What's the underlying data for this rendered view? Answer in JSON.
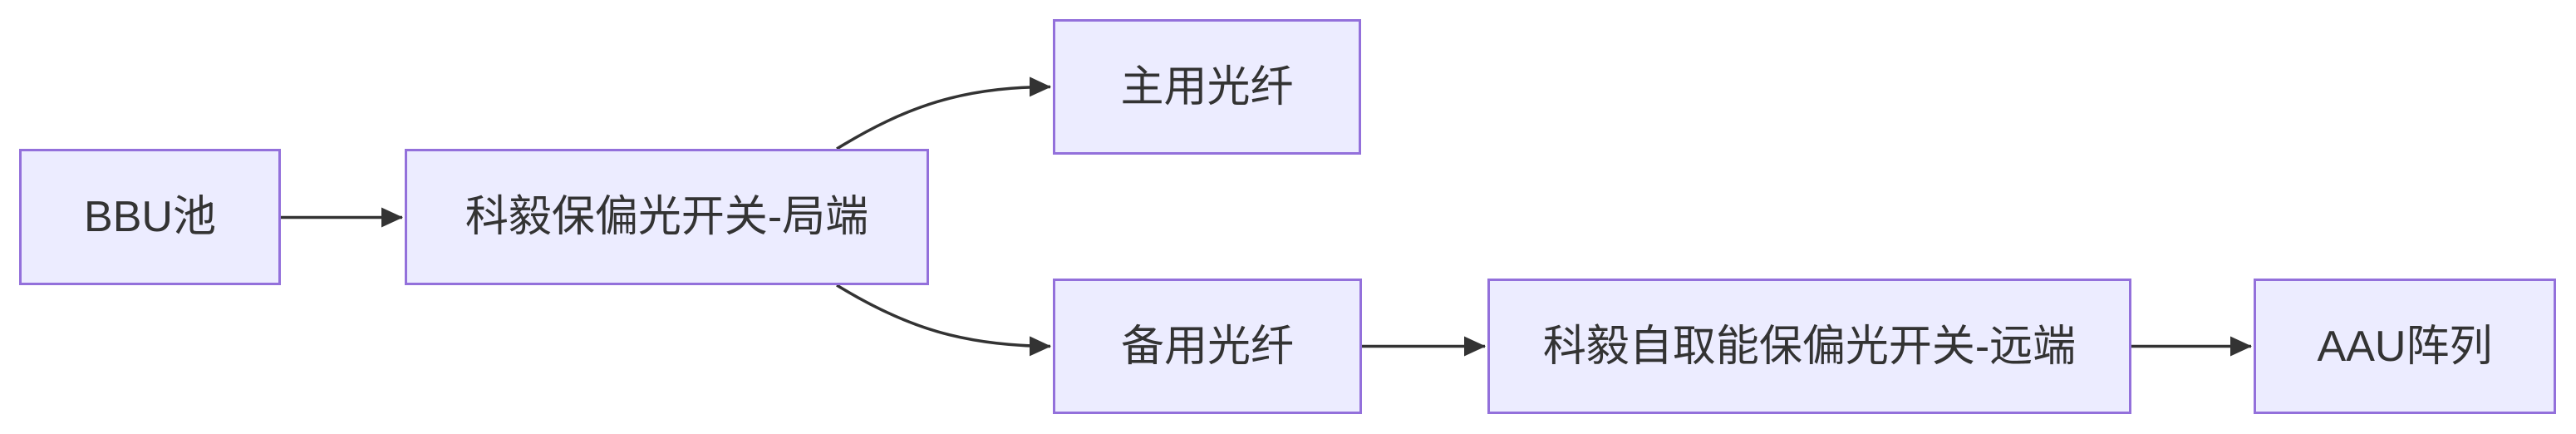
{
  "diagram": {
    "type": "flowchart",
    "direction": "left-to-right",
    "nodes": [
      {
        "id": "bbu",
        "label": "BBU池"
      },
      {
        "id": "switch-local",
        "label": "科毅保偏光开关-局端"
      },
      {
        "id": "primary-fiber",
        "label": "主用光纤"
      },
      {
        "id": "backup-fiber",
        "label": "备用光纤"
      },
      {
        "id": "switch-remote",
        "label": "科毅自取能保偏光开关-远端"
      },
      {
        "id": "aau",
        "label": "AAU阵列"
      }
    ],
    "edges": [
      {
        "from": "bbu",
        "to": "switch-local"
      },
      {
        "from": "switch-local",
        "to": "primary-fiber"
      },
      {
        "from": "switch-local",
        "to": "backup-fiber"
      },
      {
        "from": "backup-fiber",
        "to": "switch-remote"
      },
      {
        "from": "switch-remote",
        "to": "aau"
      }
    ]
  },
  "colors": {
    "node-fill": "#ECECFF",
    "node-border": "#9370DB",
    "edge": "#333333",
    "text": "#333333",
    "background": "#FFFFFF"
  }
}
